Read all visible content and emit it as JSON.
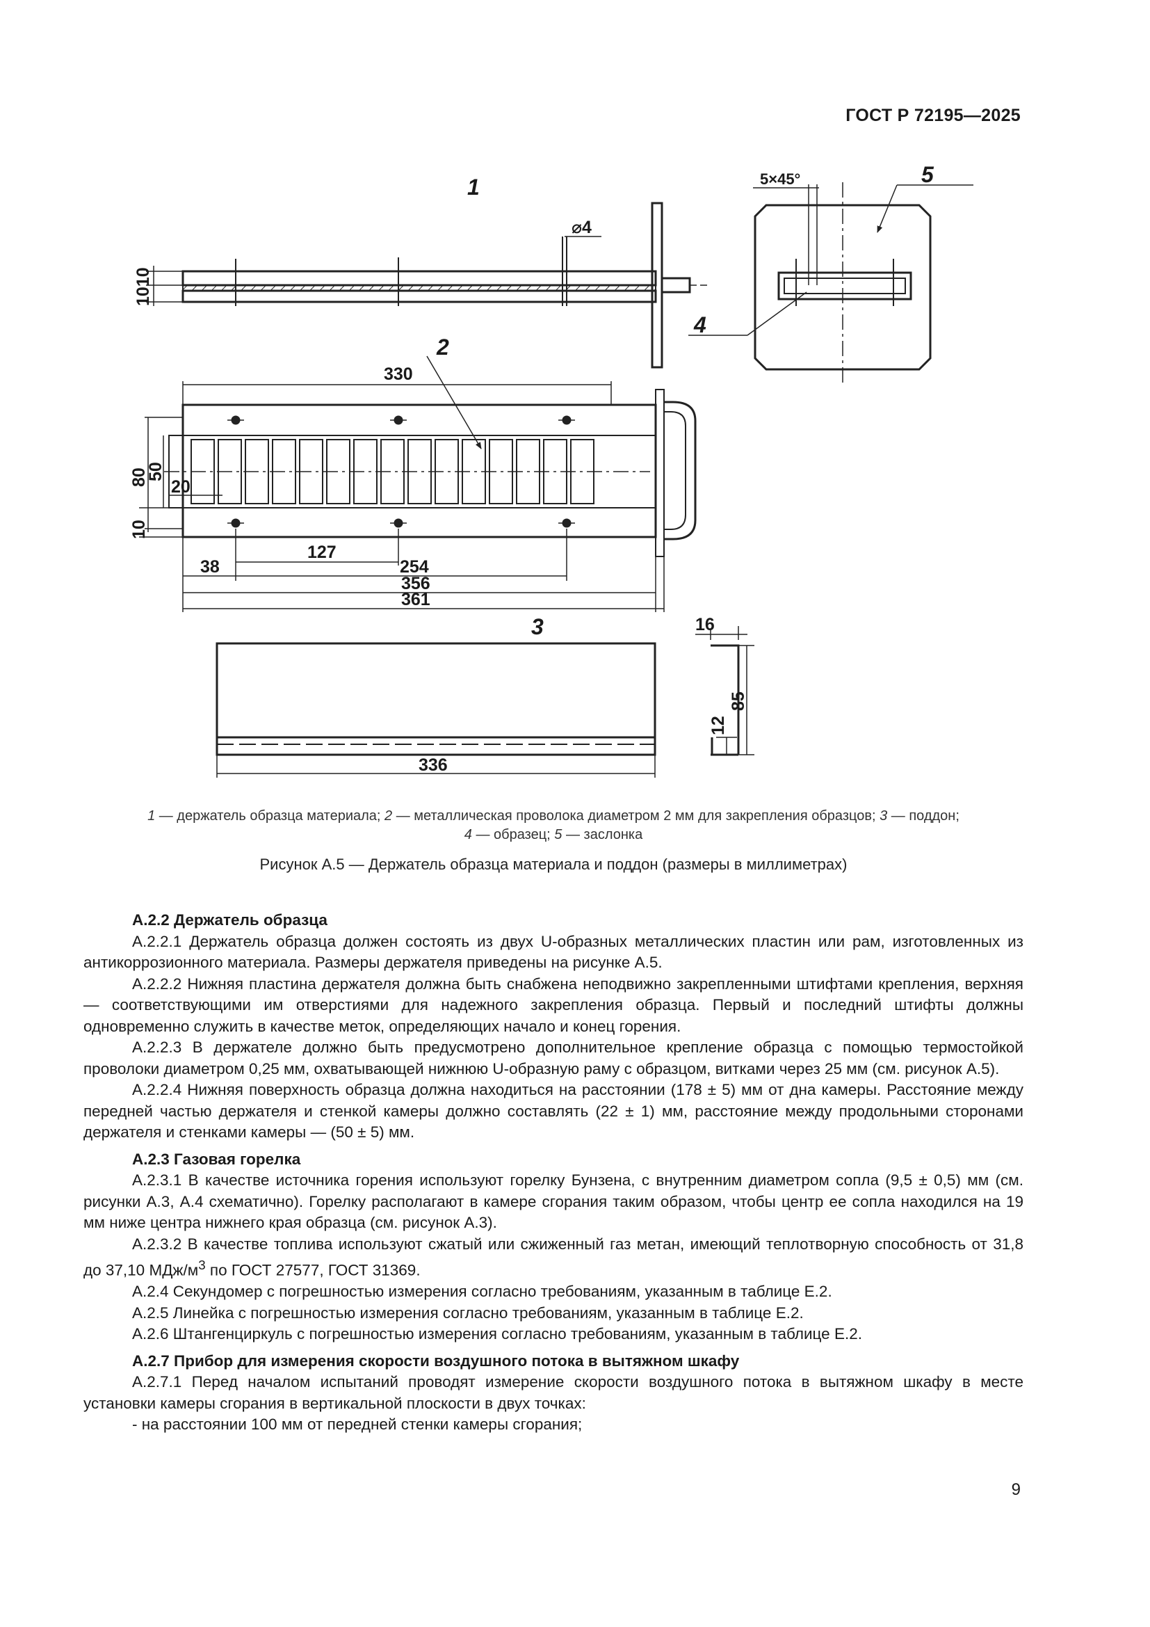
{
  "header": {
    "doc_id": "ГОСТ Р 72195—2025"
  },
  "figure": {
    "callouts": {
      "c1": "1",
      "c2": "2",
      "c3": "3",
      "c4": "4",
      "c5": "5"
    },
    "dimensions": {
      "d_330": "330",
      "d_80": "80",
      "d_50": "50",
      "d_20": "20",
      "d_10": "10",
      "d_38": "38",
      "d_127": "127",
      "d_254": "254",
      "d_356": "356",
      "d_361": "361",
      "d_1010": "1010",
      "d_phi4": "⌀4",
      "d_5x45": "5×45°",
      "d_336": "336",
      "d_16": "16",
      "d_12": "12",
      "d_85": "85"
    },
    "legend": {
      "n1": "1",
      "t1": " — держатель образца материала; ",
      "n2": "2",
      "t2": " — металлическая проволока диаметром 2 мм для закрепления образцов; ",
      "n3": "3",
      "t3": " — поддон;",
      "n4": "4",
      "t4": " — образец; ",
      "n5": "5",
      "t5": " — заслонка"
    },
    "caption": "Рисунок А.5 — Держатель образца материала и поддон (размеры в миллиметрах)"
  },
  "sections": {
    "a22_heading": "А.2.2 Держатель образца",
    "a221": "А.2.2.1 Держатель образца должен состоять из двух U-образных металлических пластин или рам, изготовленных из антикоррозионного материала. Размеры держателя приведены на рисунке А.5.",
    "a222": "А.2.2.2 Нижняя пластина держателя должна быть снабжена неподвижно закрепленными штифтами крепления, верхняя — соответствующими им отверстиями для надежного закрепления образца. Первый и последний штифты должны одновременно служить в качестве меток, определяющих начало и конец горения.",
    "a223": "А.2.2.3 В держателе должно быть предусмотрено дополнительное крепление образца с помощью термостойкой проволоки диаметром 0,25 мм, охватывающей нижнюю U-образную раму с образцом, витками через 25 мм (см. рисунок А.5).",
    "a224": "А.2.2.4 Нижняя поверхность образца должна находиться на расстоянии (178 ± 5) мм от дна камеры. Расстояние между передней частью держателя и стенкой камеры должно составлять (22 ± 1) мм, расстояние между продольными сторонами держателя и стенками камеры — (50 ± 5) мм.",
    "a23_heading": "А.2.3 Газовая горелка",
    "a231": "А.2.3.1 В качестве источника горения используют горелку Бунзена, с внутренним диаметром сопла (9,5 ± 0,5) мм (см. рисунки А.3, А.4 схематично). Горелку располагают в камере сгорания таким образом, чтобы центр ее сопла находился на 19 мм ниже центра нижнего края образца (см. рисунок А.3).",
    "a232_a": "А.2.3.2 В качестве топлива используют сжатый или сжиженный газ метан, имеющий теплотворную способность от 31,8 до 37,10 МДж/м",
    "a232_sup": "3",
    "a232_b": " по ГОСТ 27577, ГОСТ 31369.",
    "a24": "А.2.4 Секундомер с погрешностью измерения согласно требованиям, указанным в таблице Е.2.",
    "a25": "А.2.5 Линейка с погрешностью измерения согласно требованиям, указанным в таблице Е.2.",
    "a26": "А.2.6 Штангенциркуль с погрешностью измерения согласно требованиям, указанным в таблице Е.2.",
    "a27_heading": "А.2.7 Прибор для измерения скорости воздушного потока в вытяжном шкафу",
    "a271": "А.2.7.1 Перед началом испытаний проводят измерение скорости воздушного потока в вытяжном шкафу в месте установки камеры сгорания в вертикальной плоскости в двух точках:",
    "a271_item": "- на расстоянии 100 мм от передней стенки камеры сгорания;"
  },
  "footer": {
    "page_number": "9"
  }
}
